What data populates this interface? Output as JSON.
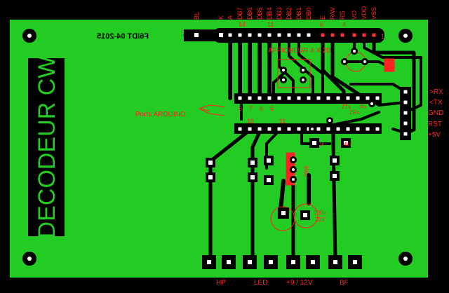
{
  "colors": {
    "board": "#22cc22",
    "trace": "#000000",
    "pad": "#ffffff",
    "silk": "#ff2222",
    "background": "#000000",
    "title_fill": "#22cc22"
  },
  "board": {
    "title": "DECODEUR CW",
    "mirror_text": "F6IDT 04-2015",
    "display_label": "AFFICHEUR 4 X 20",
    "arduino_label": "Ports ARDUINO",
    "pin_numbers_top": [
      "14",
      "11",
      "6",
      "4",
      "1"
    ],
    "arduino_pins_upper": [
      "8",
      "7",
      "6",
      "5"
    ],
    "arduino_pins_lower": [
      "10",
      "11"
    ],
    "component_labels": [
      "2Tx",
      "Rx",
      "2Rx",
      "1k",
      "4k7"
    ],
    "electrolytic_label": [
      "100u",
      "25V"
    ],
    "regulator_label": "7805"
  },
  "lcd_pins": [
    "BL",
    "K",
    "A",
    "DB7",
    "DB6",
    "DB5",
    "DB4",
    "DB3",
    "DB2",
    "DB1",
    "DB0",
    "E",
    "R/W",
    "RS",
    "VO",
    "VDD",
    "VSS"
  ],
  "right_connector": [
    ">RX",
    "<TX",
    "GND",
    "RST",
    "+5V"
  ],
  "bottom_connectors": [
    "HP",
    "LED",
    "+9 / 12V",
    "BF"
  ]
}
